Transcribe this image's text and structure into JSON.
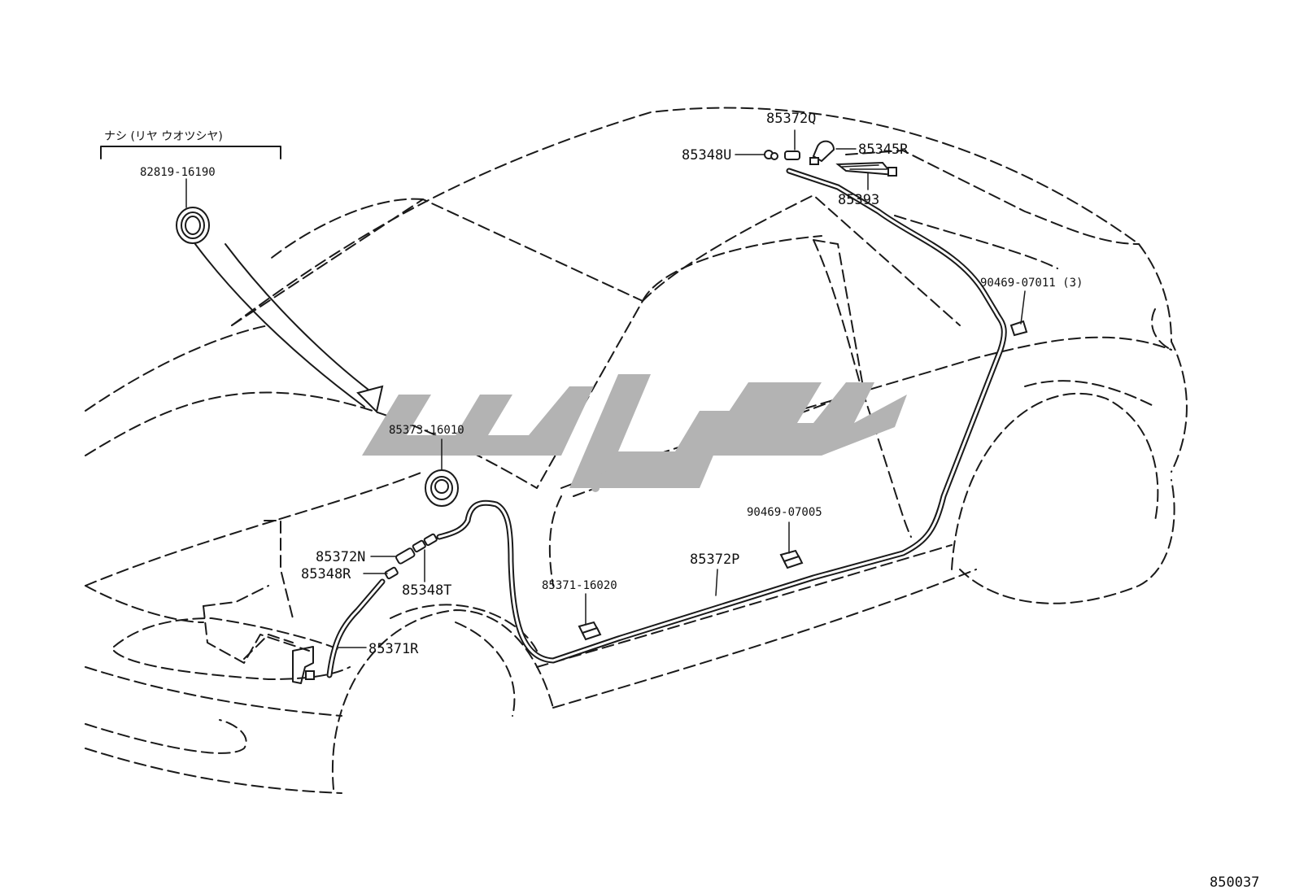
{
  "note": {
    "text": "ナシ (リヤ ウオツシヤ)"
  },
  "labels": {
    "grommet_82819": "82819-16190",
    "grommet_85373": "85373-16010",
    "p85372Q": "85372Q",
    "p85348U": "85348U",
    "p85345R": "85345R",
    "p85393": "85393",
    "clip_90469_07011": "90469-07011 (3)",
    "clip_90469_07005": "90469-07005",
    "p85372P": "85372P",
    "p85371_16020": "85371-16020",
    "p85372N": "85372N",
    "p85348R": "85348R",
    "p85348T": "85348T",
    "p85371R": "85371R"
  },
  "figure_number": "850037",
  "watermark": "لیو",
  "colors": {
    "line": "#1a1a1a",
    "watermark": "#b3b3b3",
    "background": "#ffffff"
  }
}
